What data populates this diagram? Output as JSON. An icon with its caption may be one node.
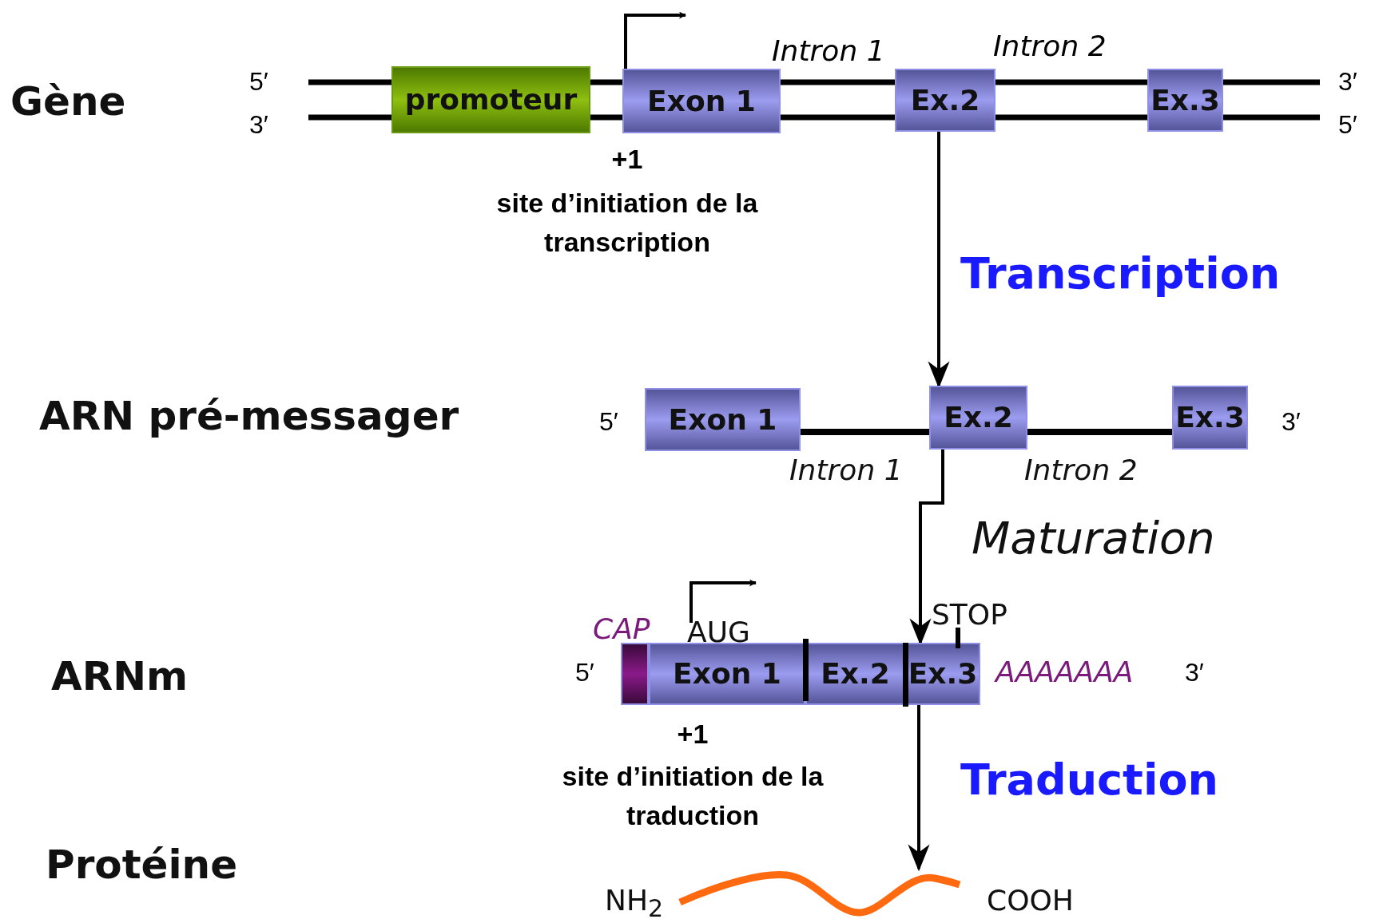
{
  "diagram": {
    "nodes": [
      {
        "text": [
          "promoteur"
        ]
      },
      {
        "text": [
          "Exon 1"
        ],
        "beside": [
          "+1",
          "site d’initiation de la transcription"
        ]
      },
      {
        "text": [
          "Ex.2"
        ]
      },
      {
        "text": [
          "Ex.3"
        ]
      },
      {
        "text": [
          "Exon 1"
        ]
      },
      {
        "text": [
          "Intron 1"
        ]
      },
      {
        "text": [
          "Ex.2"
        ]
      },
      {
        "text": [
          "Intron 2"
        ]
      },
      {
        "text": [
          "Ex.3"
        ]
      },
      {
        "text": [],
        "shape": "box",
        "beside": [
          "CAP"
        ]
      },
      {
        "text": [
          "Exon 1"
        ],
        "beside": [
          "AUG",
          "+1",
          "site d’initiation de la traduction"
        ]
      },
      {
        "text": [
          "Ex.2"
        ]
      },
      {
        "text": [
          "Ex.3"
        ],
        "beside": [
          "STOP",
          "AAAAAAA"
        ]
      },
      {
        "text": [],
        "shape": "picture",
        "beside": [
          "NH$_{2}$",
          "COOH"
        ]
      }
    ],
    "edges": [
      {
        "from": 2,
        "to": 6,
        "arrow": "to",
        "label": "Transcription"
      },
      {
        "from": 6,
        "to": 12,
        "arrow": "to",
        "label": "Maturation"
      },
      {
        "from": 12,
        "to": 13,
        "arrow": "to",
        "label": "Traduction"
      }
    ],
    "labels": [
      "Gène",
      "5′",
      "3′",
      "Intron 1",
      "Intron 2",
      "3′",
      "5′",
      "ARN pré-messager",
      "5′",
      "3′",
      "ARNm",
      "5′",
      "3′",
      "Protéine"
    ]
  }
}
